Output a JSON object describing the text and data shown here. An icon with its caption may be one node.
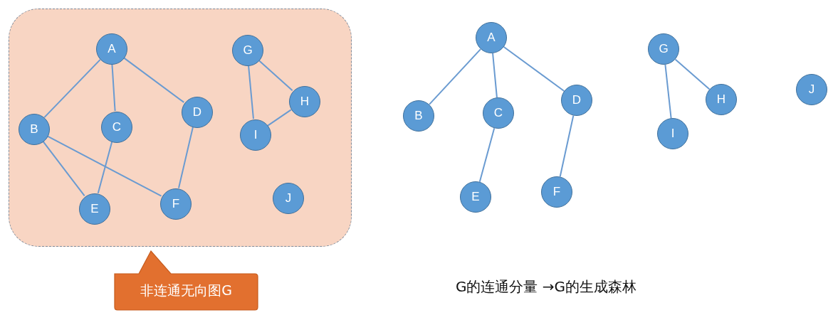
{
  "diagram": {
    "nodes": [
      {
        "text": [],
        "shape": "box"
      },
      {
        "text": [
          "A"
        ],
        "in": 0
      },
      {
        "text": [
          "B"
        ],
        "in": 0
      },
      {
        "text": [
          "C"
        ],
        "in": 0
      },
      {
        "text": [
          "D"
        ],
        "in": 0
      },
      {
        "text": [
          "E"
        ],
        "in": 0
      },
      {
        "text": [
          "F"
        ],
        "in": 0
      },
      {
        "text": [
          "G"
        ],
        "in": 0
      },
      {
        "text": [
          "H"
        ],
        "in": 0
      },
      {
        "text": [
          "I"
        ],
        "in": 0
      },
      {
        "text": [
          "J"
        ],
        "in": 0
      },
      {
        "text": [
          "非连通无向图G"
        ]
      },
      {
        "text": [
          "A"
        ]
      },
      {
        "text": [
          "B"
        ]
      },
      {
        "text": [
          "C"
        ]
      },
      {
        "text": [
          "D"
        ]
      },
      {
        "text": [
          "E"
        ]
      },
      {
        "text": [
          "F"
        ]
      },
      {
        "text": [
          "G"
        ]
      },
      {
        "text": [
          "H"
        ]
      },
      {
        "text": [
          "I"
        ]
      },
      {
        "text": [
          "J"
        ]
      }
    ],
    "edges": [
      {
        "from": 1,
        "to": 2,
        "arrow": "none"
      },
      {
        "from": 1,
        "to": 3,
        "arrow": "none"
      },
      {
        "from": 1,
        "to": 4,
        "arrow": "none"
      },
      {
        "from": 2,
        "to": 5,
        "arrow": "none"
      },
      {
        "from": 2,
        "to": 6,
        "arrow": "none"
      },
      {
        "from": 3,
        "to": 5,
        "arrow": "none"
      },
      {
        "from": 4,
        "to": 6,
        "arrow": "none"
      },
      {
        "from": 7,
        "to": 8,
        "arrow": "none"
      },
      {
        "from": 7,
        "to": 9,
        "arrow": "none"
      },
      {
        "from": 8,
        "to": 9,
        "arrow": "none"
      },
      {
        "from": 12,
        "to": 13,
        "arrow": "none"
      },
      {
        "from": 12,
        "to": 14,
        "arrow": "none"
      },
      {
        "from": 12,
        "to": 15,
        "arrow": "none"
      },
      {
        "from": 14,
        "to": 16,
        "arrow": "none"
      },
      {
        "from": 15,
        "to": 17,
        "arrow": "none"
      },
      {
        "from": 18,
        "to": 20,
        "arrow": "none"
      },
      {
        "from": 18,
        "to": 19,
        "arrow": "none"
      }
    ],
    "labels": [
      "G的连通分量 →G的生成森林"
    ]
  }
}
